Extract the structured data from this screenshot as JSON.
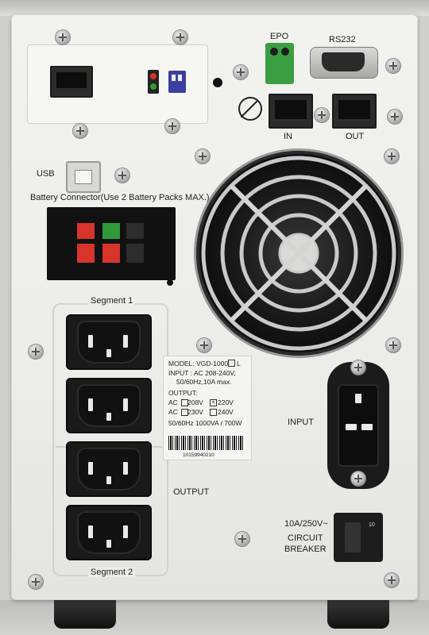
{
  "labels": {
    "epo": "EPO",
    "rs232": "RS232",
    "in": "IN",
    "out": "OUT",
    "usb": "USB",
    "battery_connector": "Battery Connector(Use 2 Battery Packs MAX.)",
    "segment1": "Segment 1",
    "segment2": "Segment 2",
    "output": "OUTPUT",
    "input": "INPUT",
    "rating": "10A/250V~",
    "circuit": "CIRCUIT",
    "breaker": "BREAKER"
  },
  "sticker": {
    "model": "MODEL: VGD-1000",
    "model_suffix": "L",
    "input_line1": "INPUT : AC 208-240V,",
    "input_line2": "50/60Hz,10A max.",
    "output_title": "OUTPUT:",
    "ac1": "AC",
    "v208": "208V",
    "v220": "220V",
    "ac2": "AC",
    "v230": "230V",
    "v240": "240V",
    "rating_line": "50/60Hz 1000VA / 700W",
    "barcode_text": "10159940210"
  },
  "breaker_switch_text": "10",
  "colors": {
    "panel": "#ecece8",
    "battery_red": "#d8342b",
    "battery_green": "#2f9a3a",
    "epo_green": "#2f9a3a"
  }
}
